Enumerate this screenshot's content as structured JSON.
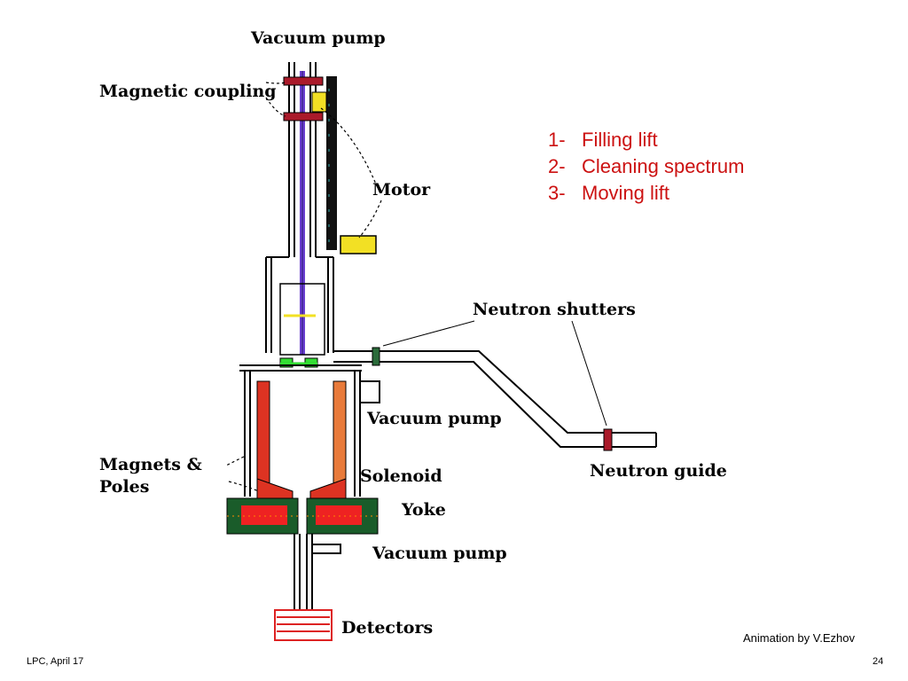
{
  "diagram": {
    "labels": {
      "vacuum_pump_top": "Vacuum pump",
      "magnetic_coupling": "Magnetic coupling",
      "motor": "Motor",
      "neutron_shutters": "Neutron shutters",
      "vacuum_pump_mid": "Vacuum pump",
      "neutron_guide": "Neutron guide",
      "magnets_poles_1": "Magnets &",
      "magnets_poles_2": "Poles",
      "solenoid": "Solenoid",
      "yoke": "Yoke",
      "vacuum_pump_bottom": "Vacuum pump",
      "detectors": "Detectors"
    },
    "steps": [
      {
        "num": "1-",
        "text": "Filling lift"
      },
      {
        "num": "2-",
        "text": "Cleaning spectrum"
      },
      {
        "num": "3-",
        "text": "Moving lift"
      }
    ],
    "colors": {
      "steps_text": "#cc1111",
      "magnets": "#dd3322",
      "yoke": "#1a5c2a",
      "motor": "#f2e024",
      "shaft": "#6a3fd0",
      "lift": "#33dd33"
    }
  },
  "footer": {
    "credit": "Animation by V.Ezhov",
    "left": "LPC, April 17",
    "page": "24"
  }
}
